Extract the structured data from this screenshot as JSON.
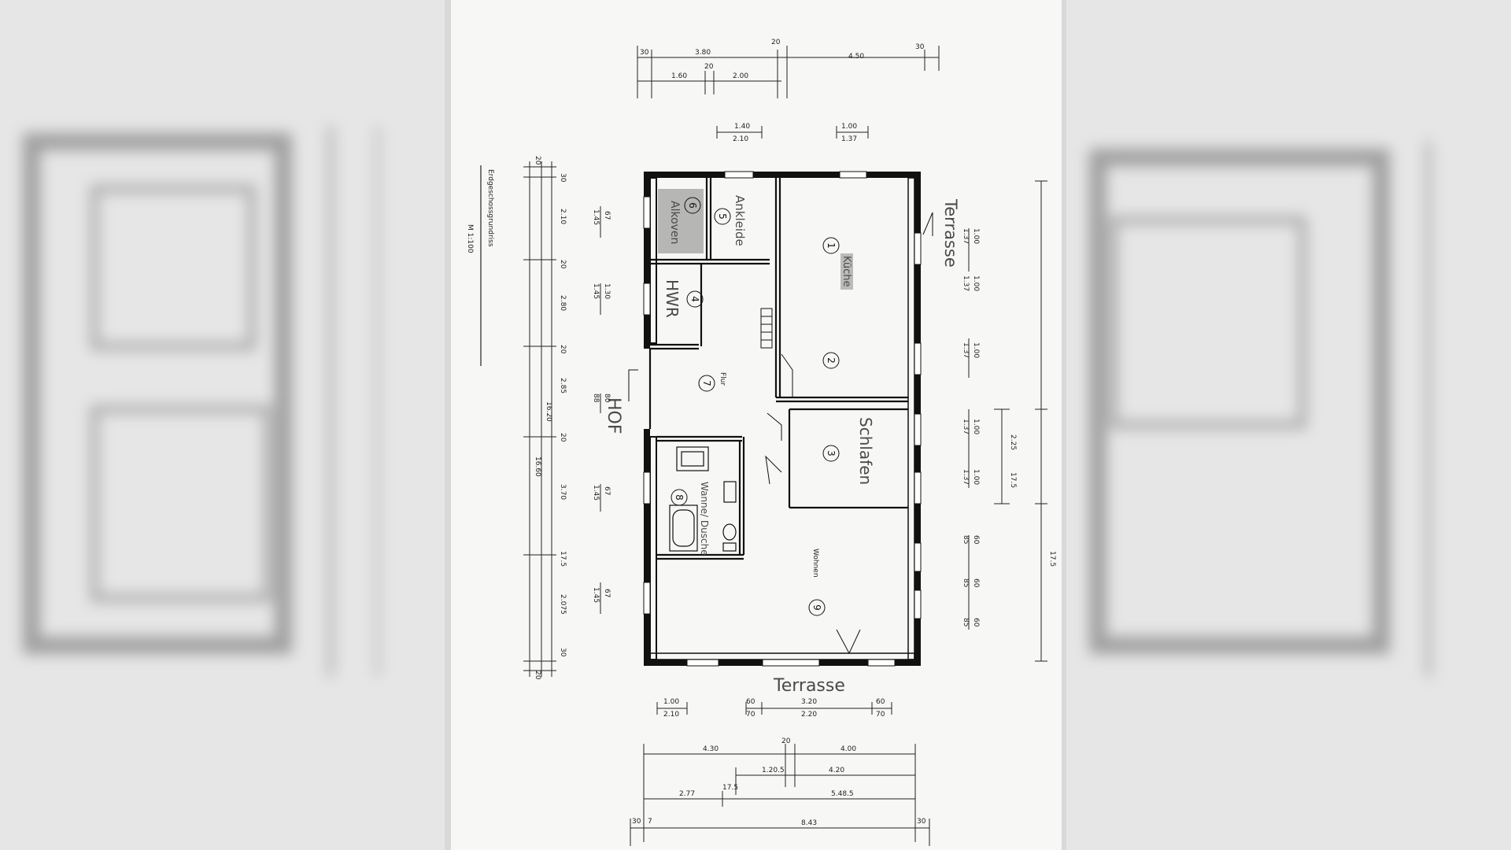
{
  "drawing": {
    "title": "Erdgeschossgrundriss",
    "scale": "M 1:100",
    "labels": {
      "terrasse_right": "Terrasse",
      "terrasse_bottom": "Terrasse",
      "hof": "HOF"
    },
    "rooms": [
      {
        "number": "1",
        "name": "Küche"
      },
      {
        "number": "2",
        "name": ""
      },
      {
        "number": "3",
        "name": "Schlafen"
      },
      {
        "number": "4",
        "name": "HWR"
      },
      {
        "number": "5",
        "name": "Ankleide"
      },
      {
        "number": "6",
        "name": "Alkoven"
      },
      {
        "number": "7",
        "name": "Flur"
      },
      {
        "number": "8",
        "name": "Wanne/ Dusche"
      },
      {
        "number": "9",
        "name": "Wohnen"
      }
    ],
    "dims_top": {
      "row1": [
        "30",
        "3.80",
        "20",
        "4.50",
        "30"
      ],
      "row2": [
        "1.60",
        "20",
        "2.00"
      ],
      "openings": [
        "1.40",
        "2.10",
        "1.00",
        "1.37"
      ]
    },
    "dims_left": {
      "chain": [
        "20",
        "30",
        "2.10",
        "20",
        "2.80",
        "20",
        "2.85",
        "20",
        "3.70",
        "17.5",
        "2.075",
        "30",
        "20"
      ],
      "total_inner": "16.20",
      "total_outer": "16.60",
      "openings": [
        "67",
        "1.45",
        "1.30",
        "1.45",
        "80",
        "88",
        "67",
        "1.45",
        "67",
        "1.45"
      ]
    },
    "dims_right": {
      "openings": [
        "1.00",
        "1.37",
        "1.00",
        "1.37",
        "1.00",
        "1.37",
        "1.00",
        "1.37",
        "1.00",
        "1.37",
        "60",
        "85",
        "60",
        "85",
        "60",
        "85"
      ],
      "chain": [
        "2.25",
        "17.5",
        "17.5"
      ]
    },
    "dims_bottom": {
      "openings": [
        "1.00",
        "2.10",
        "60",
        "70",
        "3.20",
        "2.20",
        "60",
        "70"
      ],
      "row1": [
        "4.30",
        "20",
        "4.00"
      ],
      "row2": [
        "1.20.5",
        "4.20"
      ],
      "row3": [
        "2.77",
        "17.5",
        "5.48.5"
      ],
      "row4": [
        "30",
        "7",
        "8.43",
        "30"
      ]
    }
  }
}
